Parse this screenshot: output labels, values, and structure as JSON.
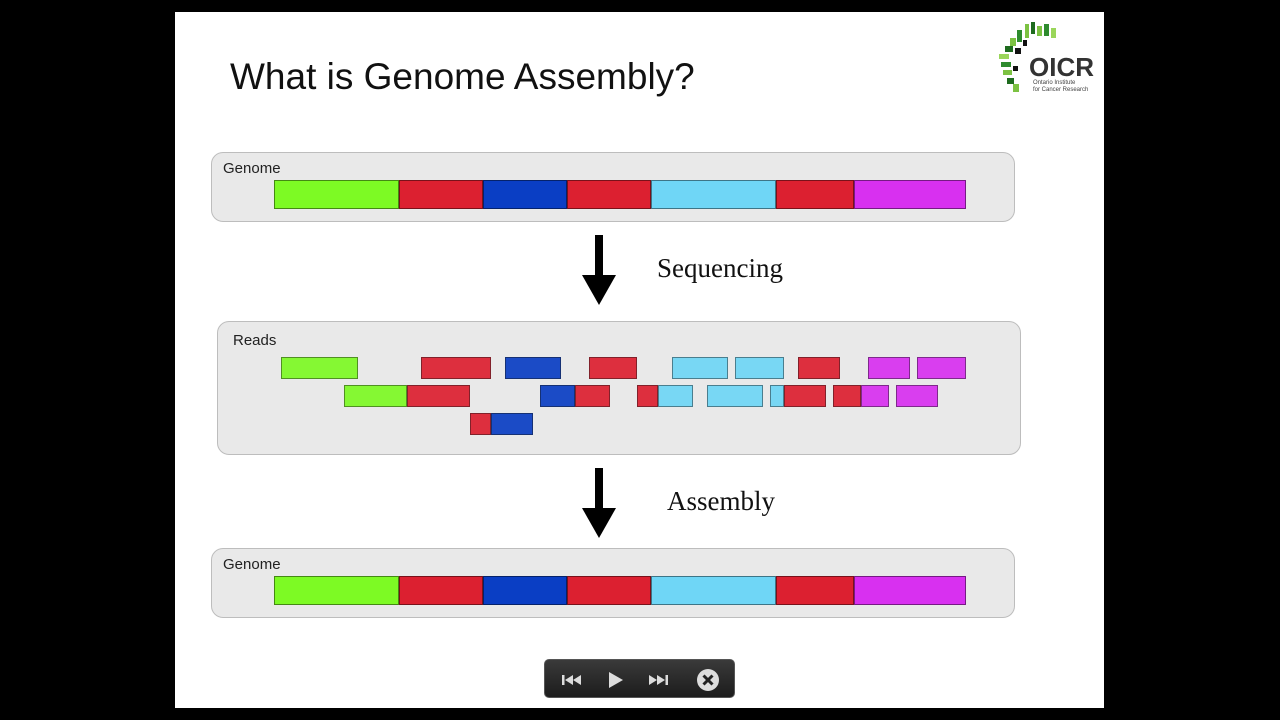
{
  "slide": {
    "title": "What is Genome Assembly?",
    "logo": {
      "name": "OICR",
      "subtitle_line1": "Ontario Institute",
      "subtitle_line2": "for Cancer Research"
    }
  },
  "colors": {
    "green": "#7dfa24",
    "red": "#dc2030",
    "blue": "#0a3ec4",
    "cyan": "#6fd6f6",
    "magenta": "#d830f0"
  },
  "diagram": {
    "genome_top": {
      "label": "Genome",
      "segments": [
        {
          "color": "green",
          "start": 0,
          "end": 125
        },
        {
          "color": "red",
          "start": 125,
          "end": 209
        },
        {
          "color": "blue",
          "start": 209,
          "end": 293
        },
        {
          "color": "red",
          "start": 293,
          "end": 377
        },
        {
          "color": "cyan",
          "start": 377,
          "end": 502
        },
        {
          "color": "red",
          "start": 502,
          "end": 580
        },
        {
          "color": "magenta",
          "start": 580,
          "end": 692
        }
      ]
    },
    "step1_label": "Sequencing",
    "reads": {
      "label": "Reads",
      "rows": [
        [
          {
            "parts": [
              {
                "color": "green",
                "start": 5,
                "end": 82
              }
            ]
          },
          {
            "parts": [
              {
                "color": "red",
                "start": 145,
                "end": 215
              }
            ]
          },
          {
            "parts": [
              {
                "color": "blue",
                "start": 229,
                "end": 285
              }
            ]
          },
          {
            "parts": [
              {
                "color": "red",
                "start": 313,
                "end": 361
              }
            ]
          },
          {
            "parts": [
              {
                "color": "cyan",
                "start": 396,
                "end": 452
              }
            ]
          },
          {
            "parts": [
              {
                "color": "cyan",
                "start": 459,
                "end": 508
              }
            ]
          },
          {
            "parts": [
              {
                "color": "red",
                "start": 522,
                "end": 564
              }
            ]
          },
          {
            "parts": [
              {
                "color": "magenta",
                "start": 592,
                "end": 634
              }
            ]
          },
          {
            "parts": [
              {
                "color": "magenta",
                "start": 641,
                "end": 690
              }
            ]
          }
        ],
        [
          {
            "parts": [
              {
                "color": "green",
                "start": 68,
                "end": 131
              },
              {
                "color": "red",
                "start": 131,
                "end": 194
              }
            ]
          },
          {
            "parts": [
              {
                "color": "blue",
                "start": 264,
                "end": 299
              },
              {
                "color": "red",
                "start": 299,
                "end": 334
              }
            ]
          },
          {
            "parts": [
              {
                "color": "red",
                "start": 361,
                "end": 382
              },
              {
                "color": "cyan",
                "start": 382,
                "end": 417
              }
            ]
          },
          {
            "parts": [
              {
                "color": "cyan",
                "start": 431,
                "end": 487
              }
            ]
          },
          {
            "parts": [
              {
                "color": "cyan",
                "start": 494,
                "end": 508
              },
              {
                "color": "red",
                "start": 508,
                "end": 550
              }
            ]
          },
          {
            "parts": [
              {
                "color": "red",
                "start": 557,
                "end": 585
              },
              {
                "color": "magenta",
                "start": 585,
                "end": 613
              }
            ]
          },
          {
            "parts": [
              {
                "color": "magenta",
                "start": 620,
                "end": 662
              }
            ]
          }
        ],
        [
          {
            "parts": [
              {
                "color": "red",
                "start": 194,
                "end": 215
              },
              {
                "color": "blue",
                "start": 215,
                "end": 257
              }
            ]
          }
        ]
      ]
    },
    "step2_label": "Assembly",
    "genome_bottom": {
      "label": "Genome",
      "segments": [
        {
          "color": "green",
          "start": 0,
          "end": 125
        },
        {
          "color": "red",
          "start": 125,
          "end": 209
        },
        {
          "color": "blue",
          "start": 209,
          "end": 293
        },
        {
          "color": "red",
          "start": 293,
          "end": 377
        },
        {
          "color": "cyan",
          "start": 377,
          "end": 502
        },
        {
          "color": "red",
          "start": 502,
          "end": 580
        },
        {
          "color": "magenta",
          "start": 580,
          "end": 692
        }
      ]
    }
  },
  "controls": {
    "previous": "previous-icon",
    "play": "play-icon",
    "next": "next-icon",
    "close": "close-icon"
  }
}
